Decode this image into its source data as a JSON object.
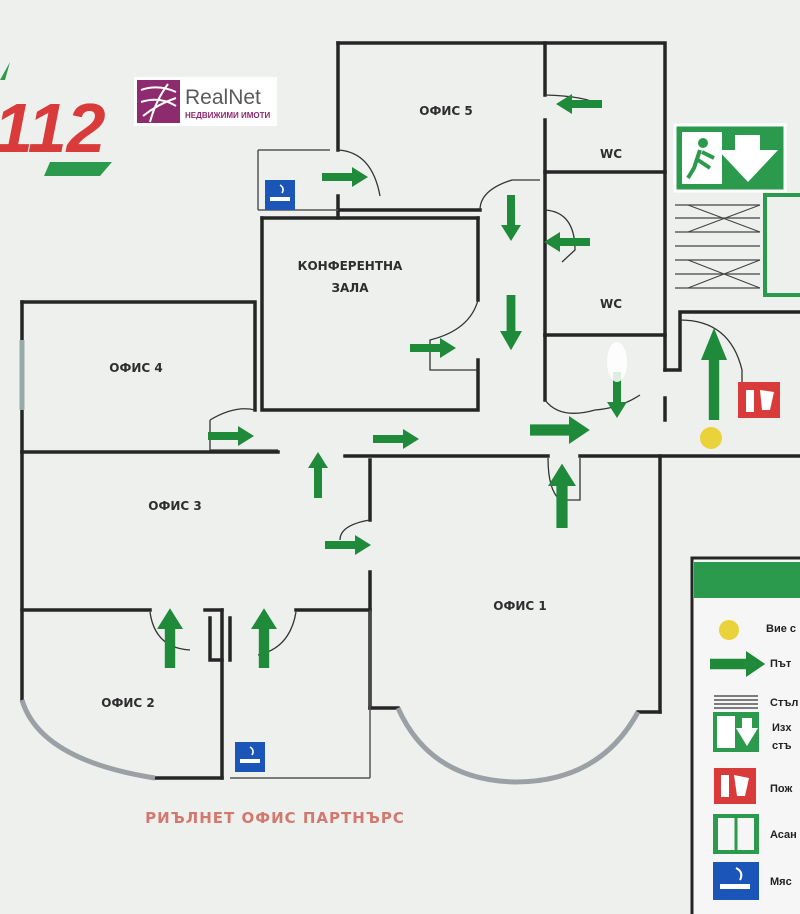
{
  "logo": {
    "brand": "RealNet",
    "tagline": "НЕДВИЖИМИ ИМОТИ"
  },
  "emergency": {
    "number": "112"
  },
  "rooms": [
    {
      "key": "office5",
      "label": "ОФИС 5"
    },
    {
      "key": "wc1",
      "label": "WC"
    },
    {
      "key": "wc2",
      "label": "WC"
    },
    {
      "key": "conference_line1",
      "label": "КОНФЕРЕНТНА"
    },
    {
      "key": "conference_line2",
      "label": "ЗАЛА"
    },
    {
      "key": "office4",
      "label": "ОФИС 4"
    },
    {
      "key": "office3",
      "label": "ОФИС 3"
    },
    {
      "key": "office2",
      "label": "ОФИС 2"
    },
    {
      "key": "office1",
      "label": "ОФИС 1"
    }
  ],
  "footer": {
    "company": "РИЪЛНЕТ ОФИС ПАРТНЪРС"
  },
  "legend": {
    "items": [
      {
        "icon": "you-are-here-icon",
        "label": "Вие с"
      },
      {
        "icon": "escape-route-arrow-icon",
        "label": "Път"
      },
      {
        "icon": "staircase-icon",
        "label": "Стъл"
      },
      {
        "icon": "emergency-exit-icon",
        "label": "Изх"
      },
      {
        "icon": "emergency-exit-icon-sub",
        "label": "стъ"
      },
      {
        "icon": "fire-extinguisher-icon",
        "label": "Пож"
      },
      {
        "icon": "elevator-icon",
        "label": "Асан"
      },
      {
        "icon": "smoking-area-icon",
        "label": "Мяс"
      }
    ]
  },
  "colors": {
    "wall": "#252525",
    "arrow": "#1f8a3a",
    "accent_red": "#d93a3a",
    "sign_green": "#2c9a4c",
    "you_are_here": "#e9d23a",
    "smoking_blue": "#1c55b8"
  }
}
